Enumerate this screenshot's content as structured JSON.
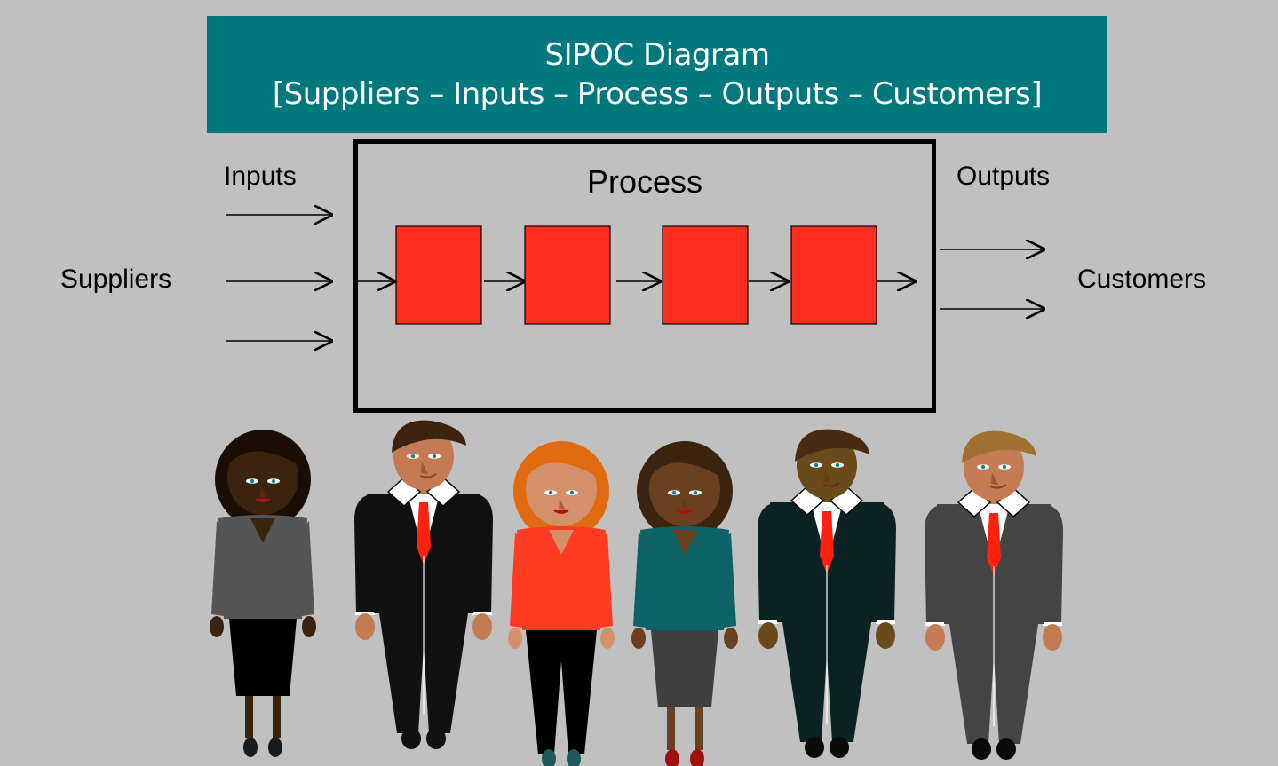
{
  "title": {
    "line1": "SIPOC Diagram",
    "line2": "[Suppliers – Inputs – Process – Outputs – Customers]"
  },
  "labels": {
    "suppliers": "Suppliers",
    "inputs": "Inputs",
    "process": "Process",
    "outputs": "Outputs",
    "customers": "Customers"
  },
  "colors": {
    "background": "#c0c0c0",
    "banner": "#00787e",
    "step_fill": "#ff2d20"
  },
  "process_steps": 4,
  "people": [
    {
      "gender": "female",
      "skin": "#3a2410",
      "hair": "#1a0d05",
      "top": "#555555",
      "bottom": "#000000",
      "shoes": "#1a1a1a"
    },
    {
      "gender": "male",
      "skin": "#c47a52",
      "hair": "#3a2410",
      "suit": "#111111",
      "shoes": "#111111"
    },
    {
      "gender": "female",
      "skin": "#d4906a",
      "hair": "#e06a10",
      "top": "#ff3b22",
      "bottom": "#000000",
      "shoes": "#1f5a5a"
    },
    {
      "gender": "female",
      "skin": "#6a4020",
      "hair": "#3a2410",
      "top": "#0d6266",
      "bottom": "#3f3f3f",
      "shoes": "#a01010"
    },
    {
      "gender": "male",
      "skin": "#6a4a1a",
      "hair": "#4a2a10",
      "suit": "#0c2222",
      "shoes": "#0a0a0a"
    },
    {
      "gender": "male",
      "skin": "#c47a52",
      "hair": "#a07030",
      "suit": "#444444",
      "shoes": "#0a0a0a"
    }
  ]
}
